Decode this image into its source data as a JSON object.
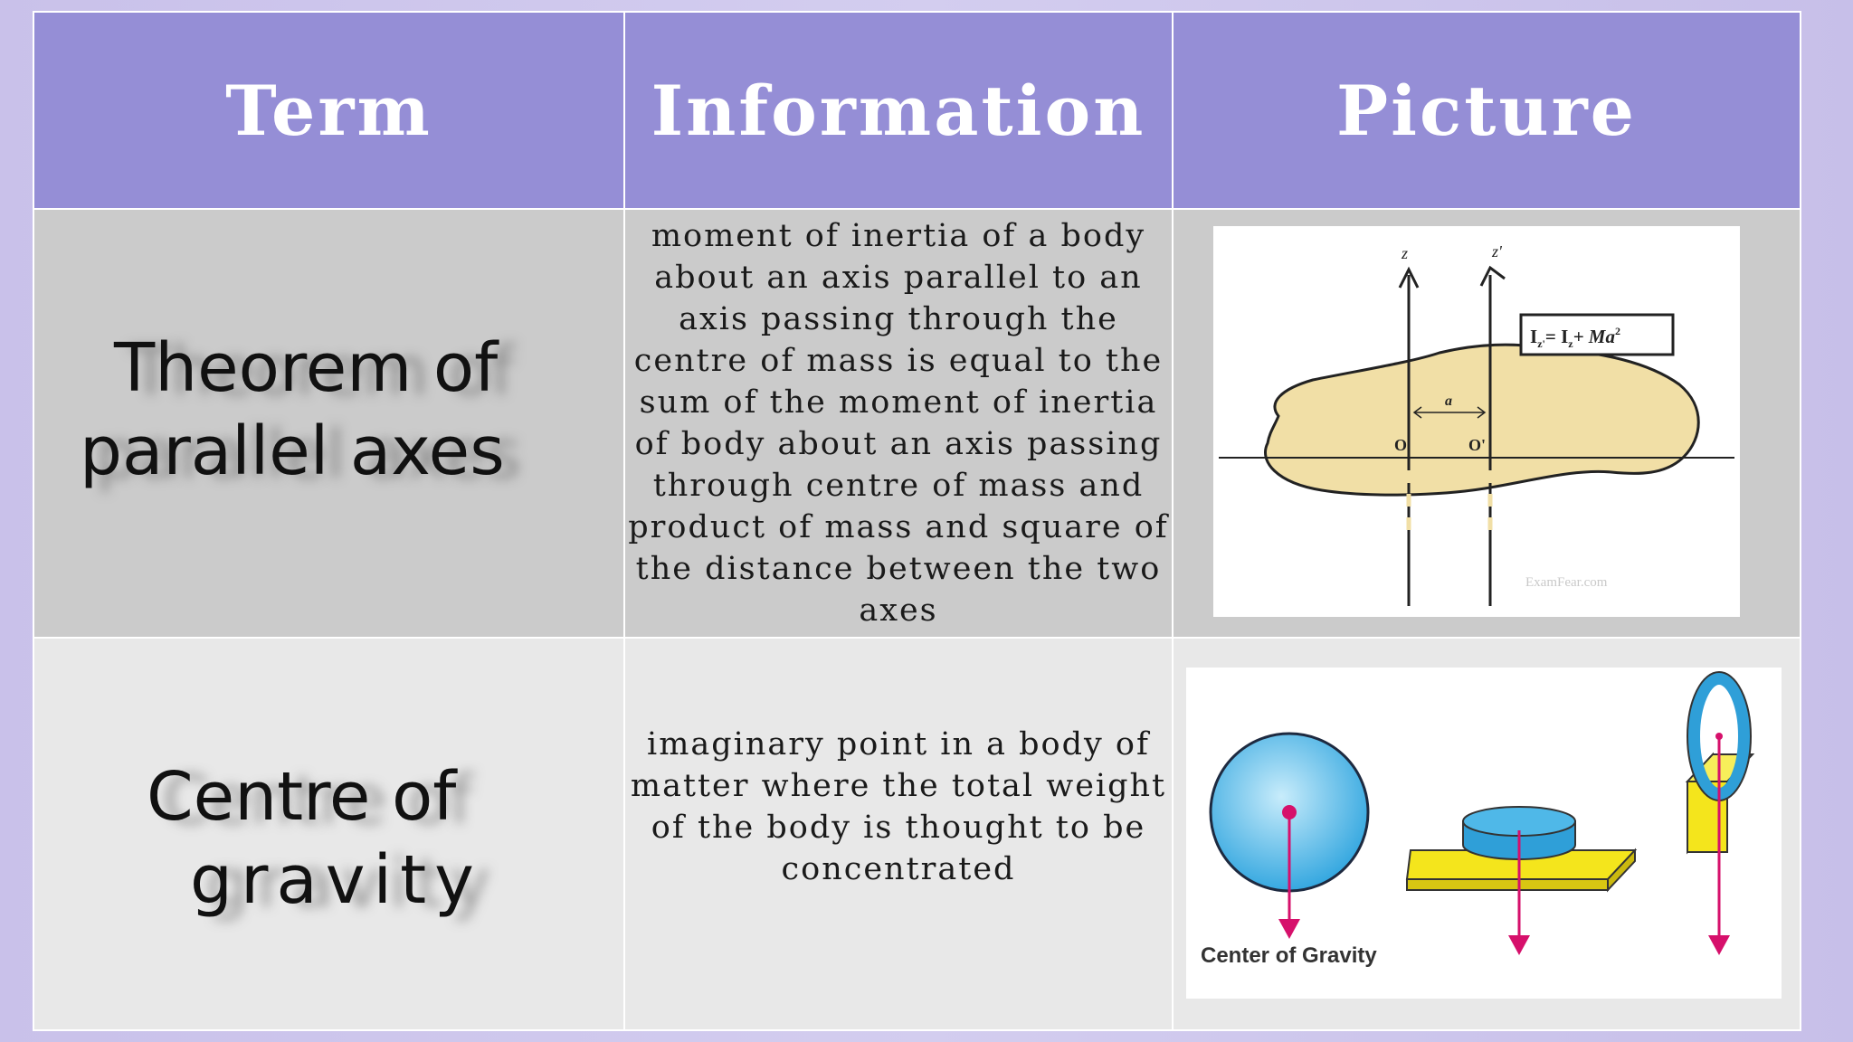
{
  "header": {
    "term": "Term",
    "information": "Information",
    "picture": "Picture"
  },
  "rows": [
    {
      "term_line1": "Theorem of",
      "term_line2": "parallel axes",
      "information": "moment of inertia of a body about an axis parallel to an axis passing through the centre of mass is equal to the sum of the moment of inertia of body about an axis passing through centre of mass and product of mass and square of the distance between the two axes",
      "figure": {
        "axis_z": "z",
        "axis_z_prime": "z'",
        "formula": "I",
        "formula_sub1": "z'",
        "formula_mid": "= I",
        "formula_sub2": "z",
        "formula_end": "+ Ma",
        "formula_sup": "2",
        "distance": "a",
        "point_o": "O",
        "point_o_prime": "O'",
        "watermark": "ExamFear.com"
      }
    },
    {
      "term_line1": "Centre of",
      "term_line2": "gravity",
      "information": "imaginary point in a body of matter where the total weight of the body is thought to be concentrated",
      "figure": {
        "caption": "Center of Gravity"
      }
    }
  ],
  "colors": {
    "header_bg": "#958ed6",
    "row1_bg": "#cbcbcb",
    "row2_bg": "#e8e8e8",
    "body_fill": "#f1dfa6",
    "sphere": "#4fb8e8",
    "yellow": "#f4e51c",
    "arrow": "#d6106b"
  }
}
